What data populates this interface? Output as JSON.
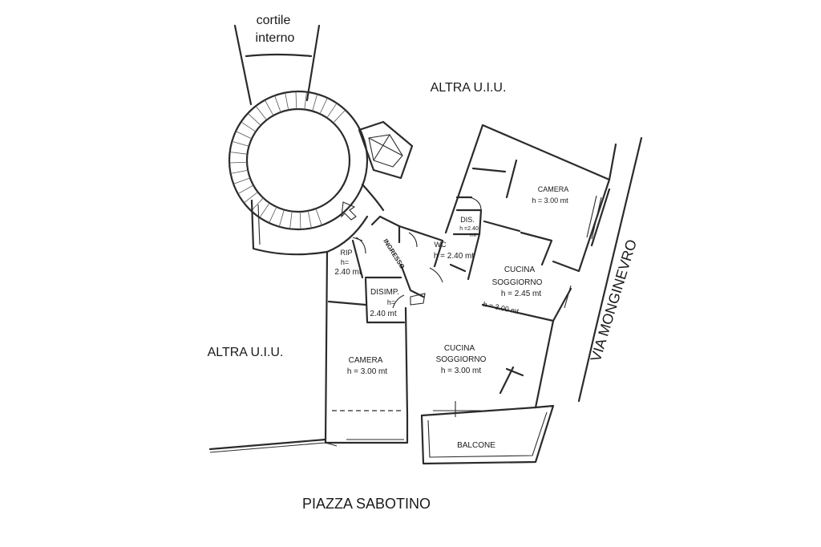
{
  "labels": {
    "courtyard_line1": "cortile",
    "courtyard_line2": "interno",
    "altra_top": "ALTRA U.I.U.",
    "altra_left": "ALTRA U.I.U.",
    "via": "VIA MONGINEVRO",
    "piazza": "PIAZZA SABOTINO",
    "ingresso": "INGRESSO",
    "balcone": "BALCONE"
  },
  "rooms": {
    "camera_top": {
      "name": "CAMERA",
      "height": "h = 3.00 mt"
    },
    "dis": {
      "name": "DIS.",
      "height_a": "h =2.40",
      "height_b": "mt"
    },
    "wc": {
      "name": "WC",
      "height": "h = 2.40 mt"
    },
    "cucina_upper": {
      "name_a": "CUCINA",
      "name_b": "SOGGIORNO",
      "height": "h = 2.45 mt",
      "height_alt": "h = 3.00 mt"
    },
    "rip": {
      "name": "RIP",
      "height_a": "h=",
      "height_b": "2.40 mt"
    },
    "disimp": {
      "name": "DISIMP.",
      "height_a": "h=",
      "height_b": "2.40 mt"
    },
    "camera_bottom": {
      "name": "CAMERA",
      "height": "h = 3.00 mt"
    },
    "cucina_lower": {
      "name_a": "CUCINA",
      "name_b": "SOGGIORNO",
      "height": "h = 3.00 mt"
    }
  }
}
